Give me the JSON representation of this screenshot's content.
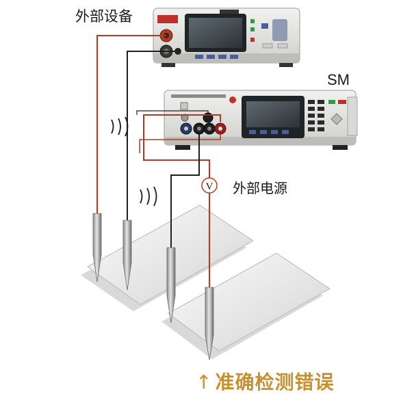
{
  "labels": {
    "external_device": "外部设备",
    "sm": "SM",
    "voltmeter_symbol": "V",
    "external_power": "外部电源"
  },
  "caption": {
    "arrow": "↑",
    "text": "准确检测错误"
  },
  "colors": {
    "wire_red": "#b33a20",
    "wire_black": "#1f1f1f",
    "caption": "#c8912d"
  }
}
